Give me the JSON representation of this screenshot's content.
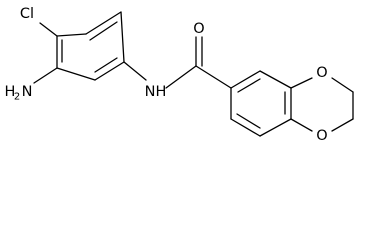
{
  "molecule": {
    "atoms": {
      "chlorine": "Cl",
      "amine_n": "H",
      "amine_h2_sub": "2",
      "amine_n_letter": "N",
      "amide_n": "N",
      "amide_h": "H",
      "carbonyl_o": "O",
      "ring_o_upper": "O",
      "ring_o_lower": "O"
    }
  }
}
